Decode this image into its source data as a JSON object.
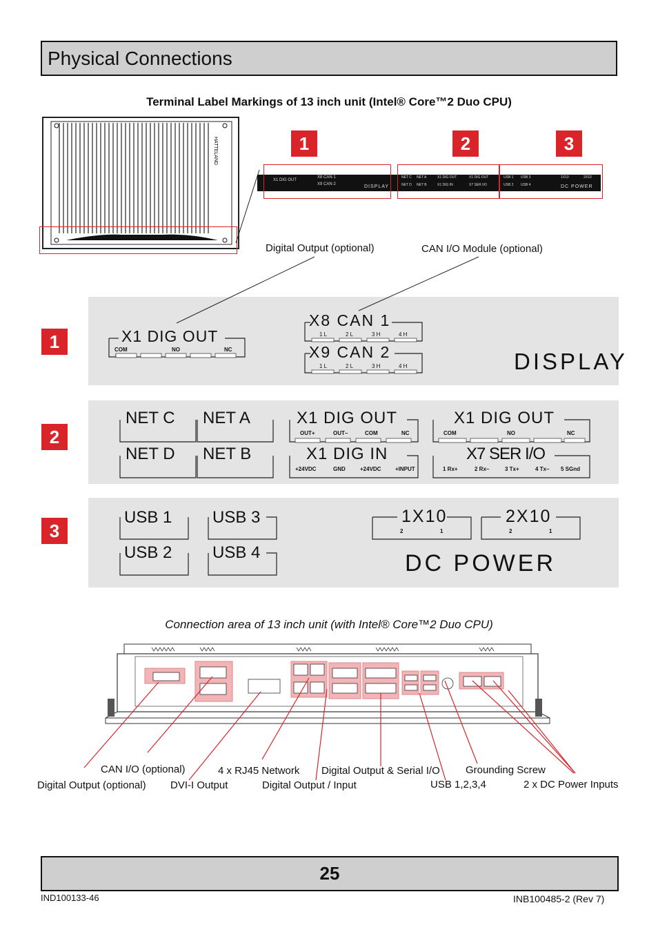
{
  "header": {
    "title": "Physical Connections"
  },
  "section1": {
    "heading": "Terminal Label Markings of 13 inch unit (Intel® Core™2 Duo CPU)"
  },
  "callouts": [
    "1",
    "2",
    "3"
  ],
  "small_strip": {
    "device_brand": "HATTELAND",
    "part1": {
      "x1": "X1 DIG OUT",
      "x8": "X8 CAN 1",
      "x9": "X9 CAN 2",
      "display": "DISPLAY"
    },
    "part2": {
      "a": "NET C",
      "b": "NET A",
      "c": "X1 DIG OUT",
      "d": "X1 DIG OUT",
      "e": "NET D",
      "f": "NET B",
      "g": "X1 DIG IN",
      "h": "X7 SER I/O"
    },
    "part3": {
      "a": "USB 1",
      "b": "USB 3",
      "c": "1X10",
      "d": "2X10",
      "e": "USB 2",
      "f": "USB 4",
      "g": "DC POWER"
    }
  },
  "top_labels": {
    "digital_output": "Digital Output (optional)",
    "can_io": "CAN I/O Module (optional)"
  },
  "panel1": {
    "x1_title": "X1 DIG OUT",
    "x1_pins": [
      "COM",
      "NO",
      "NC"
    ],
    "x8_title": "X8 CAN 1",
    "x8_pins": [
      "1 L",
      "2 L",
      "3 H",
      "4 H"
    ],
    "x9_title": "X9 CAN 2",
    "x9_pins": [
      "1 L",
      "2 L",
      "3 H",
      "4 H"
    ],
    "display": "DISPLAY"
  },
  "panel2": {
    "net_c": "NET  C",
    "net_a": "NET  A",
    "net_d": "NET  D",
    "net_b": "NET  B",
    "dig_out1_title": "X1 DIG OUT",
    "dig_out1_pins": [
      "OUT+",
      "OUT–",
      "COM",
      "NC"
    ],
    "dig_out2_title": "X1 DIG OUT",
    "dig_out2_pins": [
      "COM",
      "NO",
      "NC"
    ],
    "dig_in_title": "X1 DIG IN",
    "dig_in_pins": [
      "+24VDC",
      "GND",
      "+24VDC",
      "+INPUT"
    ],
    "ser_title": "X7 SER I/O",
    "ser_pins": [
      "1 Rx+",
      "2 Rx–",
      "3 Tx+",
      "4 Tx–",
      "5 SGnd"
    ]
  },
  "panel3": {
    "usb1": "USB  1",
    "usb3": "USB  3",
    "usb2": "USB  2",
    "usb4": "USB  4",
    "p1_title": "1X10",
    "p1_pins": [
      "2",
      "1"
    ],
    "p2_title": "2X10",
    "p2_pins": [
      "2",
      "1"
    ],
    "dc_power": "DC  POWER"
  },
  "section2": {
    "caption": "Connection area of 13 inch unit (with Intel® Core™2 Duo CPU)"
  },
  "bottom_labels": {
    "can_io": "CAN I/O (optional)",
    "digital_output_optional": "Digital Output (optional)",
    "dvi": "DVI-I Output",
    "rj45": "4 x RJ45 Network",
    "dig_out_input": "Digital Output / Input",
    "dig_out_serial": "Digital Output & Serial I/O",
    "usb": "USB 1,2,3,4",
    "grounding": "Grounding Screw",
    "dc_inputs": "2 x DC Power Inputs"
  },
  "footer": {
    "page_number": "25",
    "left_code": "IND100133-46",
    "right_code": "INB100485-2 (Rev 7)"
  },
  "colors": {
    "accent_red": "#d9252a",
    "panel_gray": "#e4e4e4",
    "bar_gray": "#cfcfcf",
    "pink_highlight": "#f2b4b6"
  }
}
